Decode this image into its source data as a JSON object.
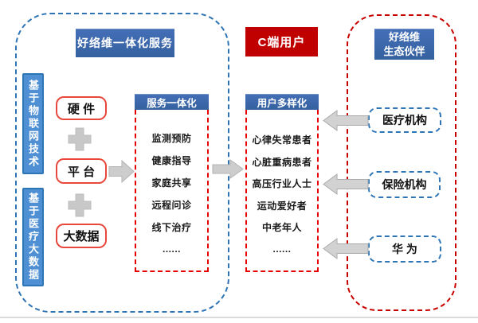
{
  "colors": {
    "header_blue": "#3B67B2",
    "side_label_blue": "#4F90D4",
    "blue_dashed_border": "#2E75B6",
    "container_blue_dashed": "#2E74B5",
    "container_red_dashed": "#C90000",
    "list_red_dashed": "#E60000",
    "stack_box_red_border": "#E8473C",
    "c_user_red": "#C00000",
    "arrow_gray": "#CCCCCC"
  },
  "left_panel": {
    "title": "好络维一体化服务",
    "side_labels": [
      "基于物联网技术",
      "基于医疗大数据"
    ],
    "stack_boxes": [
      "硬 件",
      "平 台",
      "大数据"
    ],
    "services": {
      "header": "服务一体化",
      "items": [
        "监测预防",
        "健康指导",
        "家庭共享",
        "远程问诊",
        "线下治疗",
        "......"
      ]
    }
  },
  "middle_panel": {
    "title": "C端用户",
    "users": {
      "header": "用户多样化",
      "items": [
        "心律失常患者",
        "心脏重病患者",
        "高压行业人士",
        "运动爱好者",
        "中老年人",
        "......"
      ]
    }
  },
  "right_panel": {
    "title_lines": [
      "好络维",
      "生态伙伴"
    ],
    "partners": [
      "医疗机构",
      "保险机构",
      "华 为"
    ]
  }
}
